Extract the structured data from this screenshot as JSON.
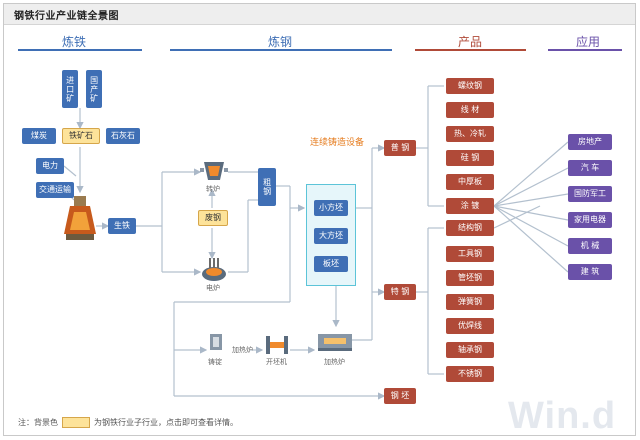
{
  "title": "钢铁行业产业链全景图",
  "sections": {
    "ironmaking": "炼铁",
    "steelmaking": "炼钢",
    "products": "产品",
    "applications": "应用"
  },
  "colors": {
    "ironmaking_header": "#3f6fb5",
    "products_header": "#b04a38",
    "applications_header": "#6a51a9",
    "industry_highlight": "#fde39a"
  },
  "ironmaking": {
    "imported_ore": "进口矿",
    "domestic_ore": "国产矿",
    "coking_coal": "煤炭",
    "iron_ore": "铁矿石",
    "limestone": "石灰石",
    "electricity": "电力",
    "transport": "交通运输",
    "blast_furnace_icon": "blast-furnace",
    "pig_iron": "生铁"
  },
  "steelmaking": {
    "converter_label": "转炉",
    "electric_furnace_label": "电炉",
    "scrap_steel": "废钢",
    "crude_steel": "粗钢",
    "continuous_casting": "连续铸造设备",
    "small_billet": "小方坯",
    "large_billet": "大方坯",
    "slab": "板坯",
    "ingot_label": "铸锭",
    "reheat_label": "加热炉",
    "blooming_label": "开坯机",
    "reheat_furnace_label": "加热炉"
  },
  "products": {
    "ordinary_steel": "普 钢",
    "special_steel": "特 钢",
    "steel_pipe": "钢 坯",
    "ordinary_items": [
      "螺纹钢",
      "线 材",
      "热、冷轧",
      "硅 钢",
      "中厚板",
      "涂 镀"
    ],
    "special_items": [
      "结构钢",
      "工具钢",
      "管坯钢",
      "弹簧钢",
      "优焊线",
      "轴承钢",
      "不锈钢"
    ]
  },
  "applications": [
    "房地产",
    "汽 车",
    "国防军工",
    "家用电器",
    "机 械",
    "建 筑"
  ],
  "note": {
    "prefix": "注：背景色",
    "suffix": "为钢铁行业子行业，点击即可查看详情。"
  },
  "watermark": "Win.d"
}
